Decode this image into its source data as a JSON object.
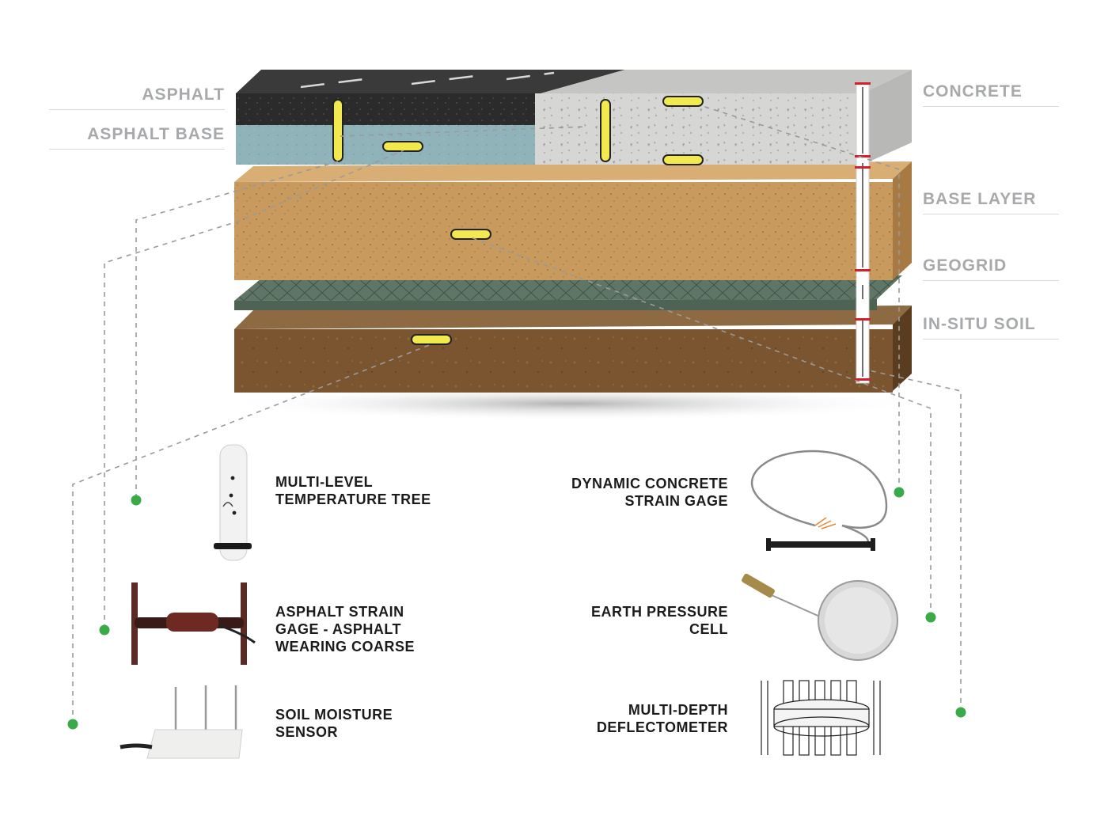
{
  "layer_labels": {
    "asphalt": "ASPHALT",
    "asphalt_base": "ASPHALT BASE",
    "concrete": "CONCRETE",
    "base_layer": "BASE LAYER",
    "geogrid": "GEOGRID",
    "in_situ_soil": "IN-SITU SOIL"
  },
  "sensors": {
    "temperature_tree": "MULTI-LEVEL\nTEMPERATURE TREE",
    "asphalt_strain_gage": "ASPHALT STRAIN\nGAGE - ASPHALT\nWEARING COARSE",
    "soil_moisture": "SOIL MOISTURE\nSENSOR",
    "concrete_strain_gage": "DYNAMIC CONCRETE\nSTRAIN GAGE",
    "earth_pressure_cell": "EARTH PRESSURE\nCELL",
    "deflectometer": "MULTI-DEPTH\nDEFLECTOMETER"
  },
  "colors": {
    "asphalt": "#2b2b2b",
    "asphalt_base": "#8fb3b8",
    "concrete": "#d6d6d4",
    "base_layer": "#c99a5e",
    "geogrid": "#5f7566",
    "soil": "#7a5530",
    "sensor_marker": "#f2e94e",
    "connector_dot": "#3aaa48",
    "label_gray": "#a7a9ab"
  },
  "icons": [
    "temperature-tree-icon",
    "asphalt-strain-gage-icon",
    "soil-moisture-sensor-icon",
    "concrete-strain-gage-icon",
    "earth-pressure-cell-icon",
    "deflectometer-icon"
  ]
}
